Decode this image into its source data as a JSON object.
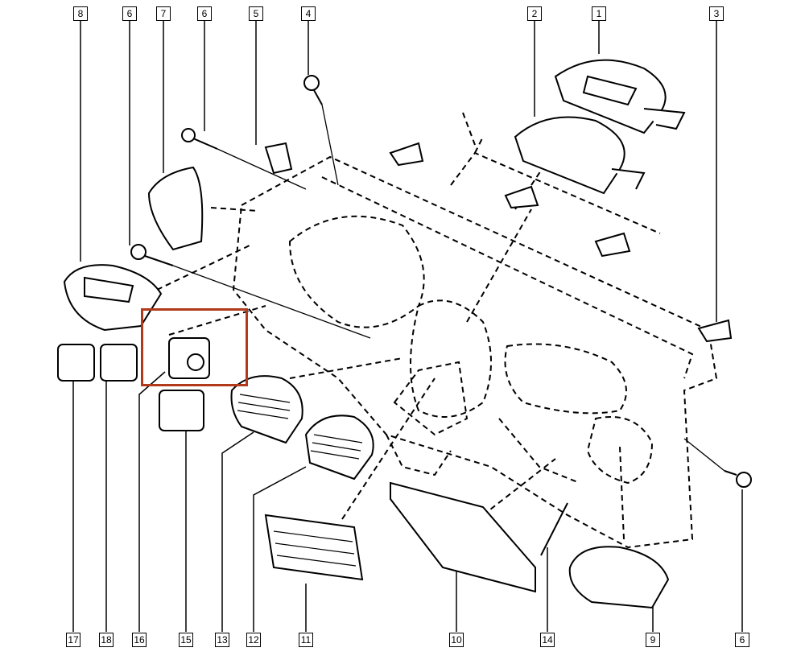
{
  "callouts_top": [
    "8",
    "6",
    "7",
    "6",
    "5",
    "4",
    "2",
    "1",
    "3"
  ],
  "callouts_bottom": [
    "17",
    "18",
    "16",
    "15",
    "13",
    "12",
    "11",
    "10",
    "14",
    "9",
    "6"
  ],
  "highlight": {
    "color": "#b23a1a",
    "target_part": "16"
  }
}
